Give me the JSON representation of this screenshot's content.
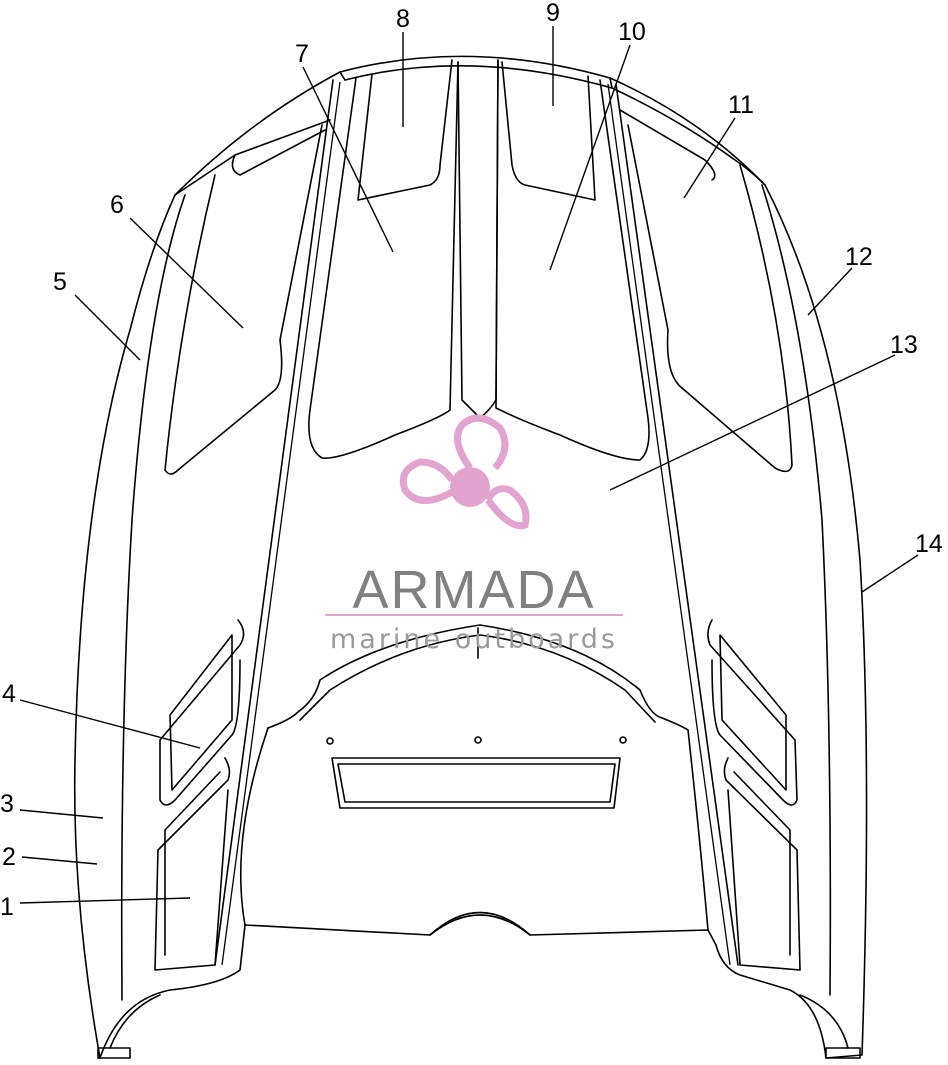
{
  "watermark": {
    "brand": "ARMADA",
    "tagline": "marine outboards",
    "logo_color": "#e3a3cf",
    "text_color": "#808080"
  },
  "callouts": [
    {
      "id": "1",
      "label": "1"
    },
    {
      "id": "2",
      "label": "2"
    },
    {
      "id": "3",
      "label": "3"
    },
    {
      "id": "4",
      "label": "4"
    },
    {
      "id": "5",
      "label": "5"
    },
    {
      "id": "6",
      "label": "6"
    },
    {
      "id": "7",
      "label": "7"
    },
    {
      "id": "8",
      "label": "8"
    },
    {
      "id": "9",
      "label": "9"
    },
    {
      "id": "10",
      "label": "10"
    },
    {
      "id": "11",
      "label": "11"
    },
    {
      "id": "12",
      "label": "12"
    },
    {
      "id": "13",
      "label": "13"
    },
    {
      "id": "14",
      "label": "14"
    }
  ]
}
